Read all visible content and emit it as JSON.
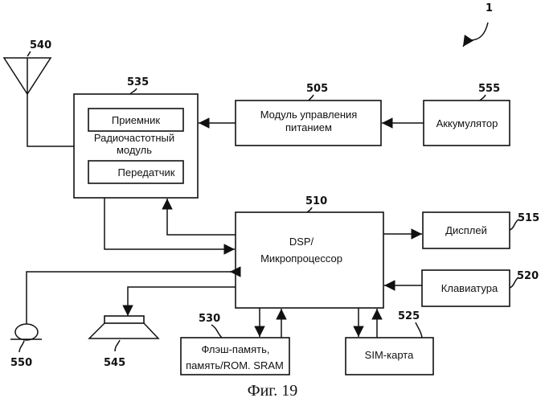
{
  "figure": {
    "caption": "Фиг. 19",
    "ref_device": "1"
  },
  "blocks": {
    "rf_module": {
      "ref": "535",
      "label_line1": "Радиочастотный",
      "label_line2": "модуль",
      "receiver": "Приемник",
      "transmitter": "Передатчик"
    },
    "power_module": {
      "ref": "505",
      "label_line1": "Модуль управления",
      "label_line2": "питанием"
    },
    "battery": {
      "ref": "555",
      "label": "Аккумулятор"
    },
    "dsp": {
      "ref": "510",
      "label_line1": "DSP/",
      "label_line2": "Микропроцессор"
    },
    "display": {
      "ref": "515",
      "label": "Дисплей"
    },
    "keyboard": {
      "ref": "520",
      "label": "Клавиатура"
    },
    "flash": {
      "ref": "530",
      "label_line1": "Флэш-память,",
      "label_line2": "память/ROM. SRAM"
    },
    "sim": {
      "ref": "525",
      "label": "SIM-карта"
    },
    "antenna": {
      "ref": "540"
    },
    "microphone": {
      "ref": "550"
    },
    "speaker": {
      "ref": "545"
    }
  }
}
